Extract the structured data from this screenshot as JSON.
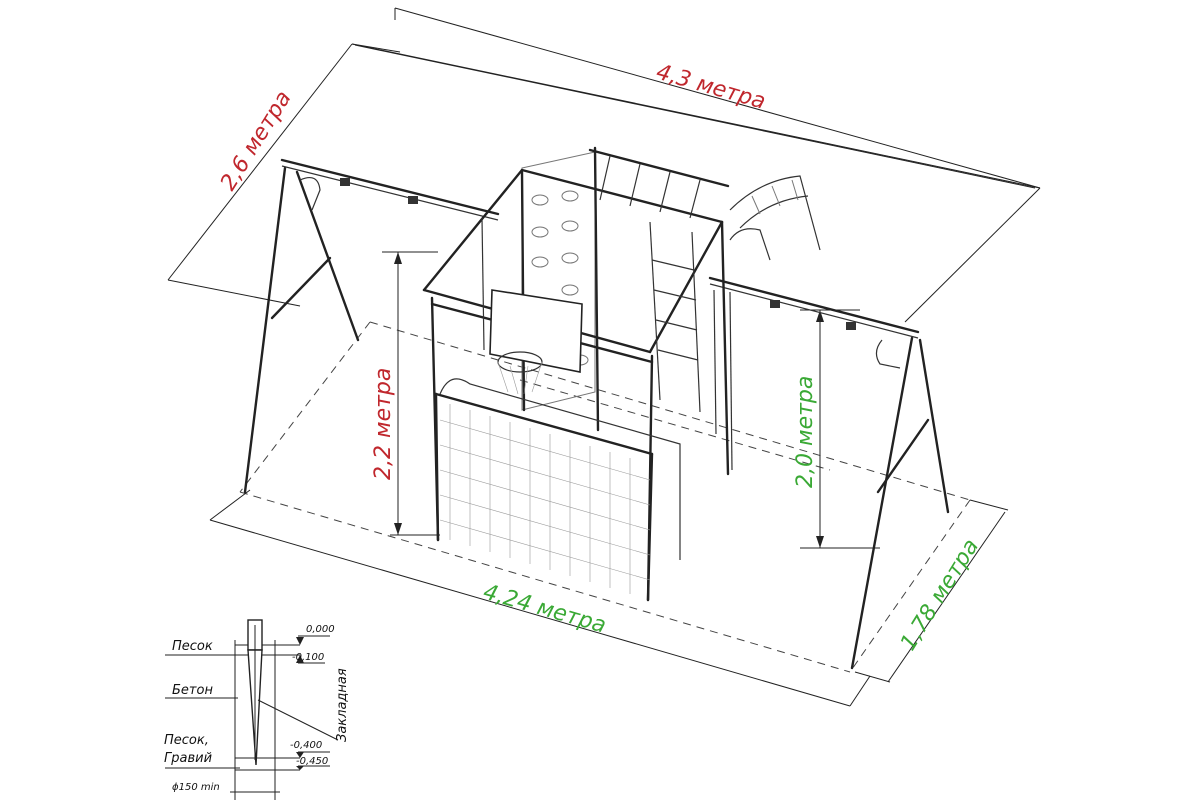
{
  "dimensions": {
    "length_top": "4,3 метра",
    "width_left": "2,6 метра",
    "height_left": "2,2 метра",
    "height_right": "2,0 метра",
    "length_bottom": "4,24 метра",
    "width_right": "1,78 метра"
  },
  "foundation": {
    "layer_sand": "Песок",
    "layer_concrete": "Бетон",
    "layer_gravel_1": "Песок,",
    "layer_gravel_2": "Гравий",
    "embed_label": "Закладная",
    "level_0": "0,000",
    "level_1": "-0,100",
    "level_2": "-0,400",
    "level_3": "-0,450",
    "diameter": "ϕ150 min"
  },
  "colors": {
    "red_dimension": "#c0272d",
    "green_dimension": "#3aa935"
  }
}
